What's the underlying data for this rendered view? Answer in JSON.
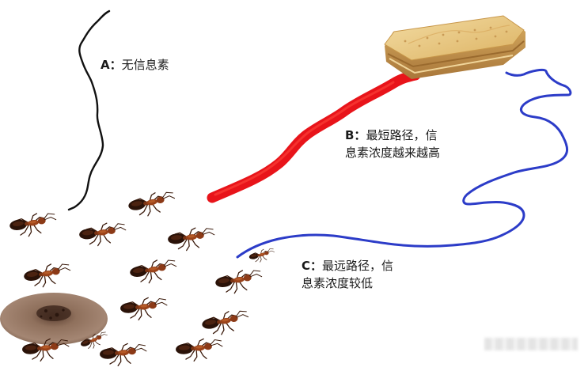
{
  "paths": {
    "a": {
      "key": "A：",
      "line1": "无信息素",
      "line2": "",
      "color": "#111111"
    },
    "b": {
      "key": "B：",
      "line1": "最短路径，信",
      "line2": "息素浓度越来越高",
      "color": "#e8141a"
    },
    "c": {
      "key": "C：",
      "line1": "最远路径，信",
      "line2": "息素浓度较低",
      "color": "#2c3cc8"
    }
  },
  "ant_count": 14,
  "colors": {
    "ant_body": "#8c3a17",
    "ant_dark": "#2a1208",
    "nest": "#8a6a55",
    "biscuit": "#e6c27a"
  }
}
